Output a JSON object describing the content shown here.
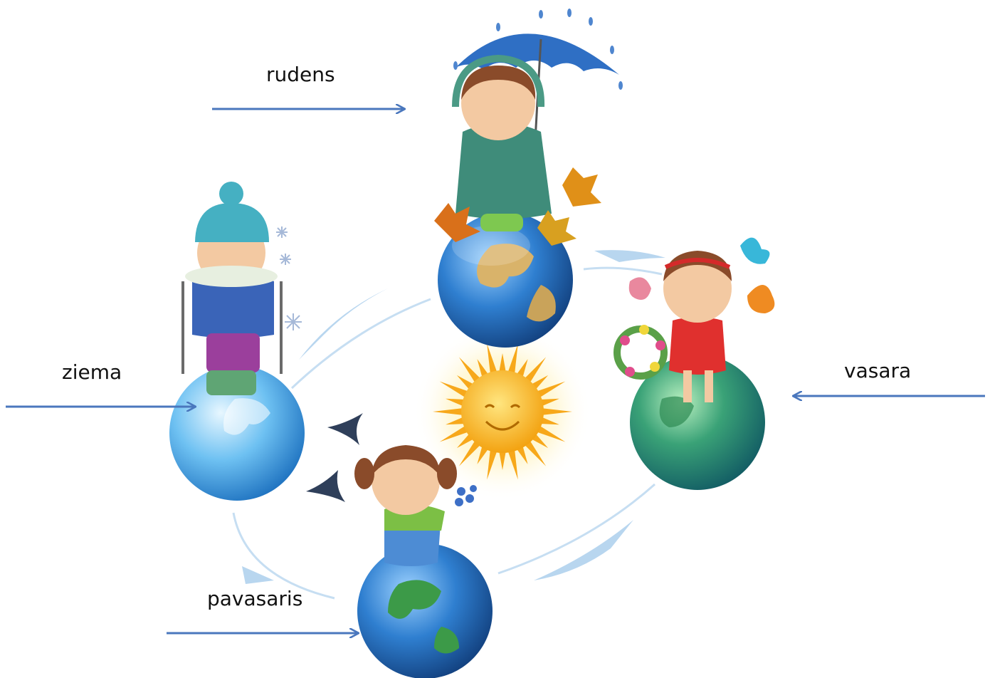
{
  "labels": {
    "autumn": "rudens",
    "winter": "ziema",
    "summer": "vasara",
    "spring": "pavasaris"
  },
  "colors": {
    "pointer_arrow": "#4a77bd",
    "cycle_arrow": "#b8d6ef",
    "ocean": "#2f7fd0",
    "land": "#d9b36a",
    "sun": "#f7b21c"
  }
}
